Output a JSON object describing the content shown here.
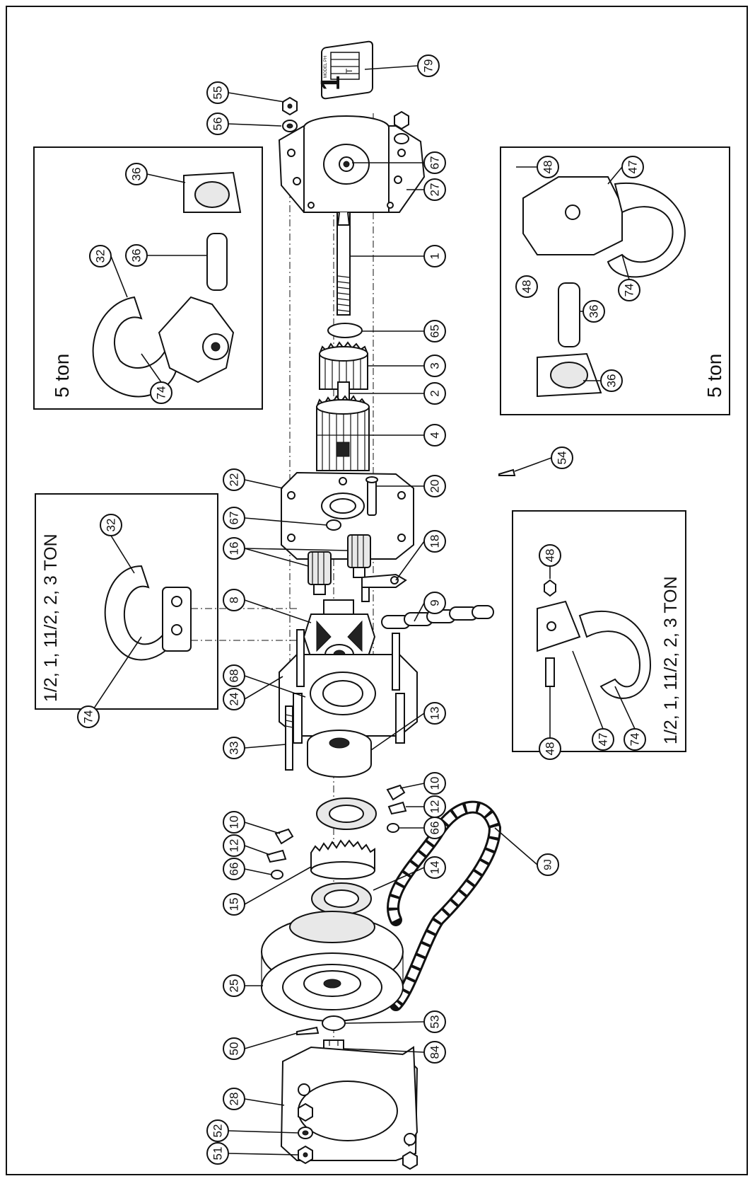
{
  "labels": [
    "55",
    "56",
    "79",
    "67",
    "27",
    "1",
    "65",
    "3",
    "2",
    "4",
    "22",
    "54",
    "20",
    "67",
    "16",
    "18",
    "8",
    "9",
    "68",
    "24",
    "13",
    "33",
    "10",
    "12",
    "66",
    "10",
    "12",
    "66",
    "14",
    "15",
    "9J",
    "25",
    "53",
    "50",
    "84",
    "28",
    "52",
    "51",
    "36",
    "36",
    "32",
    "74",
    "48",
    "47",
    "48",
    "36",
    "74",
    "36",
    "32",
    "74",
    "48",
    "47",
    "74",
    "48"
  ],
  "insets": {
    "top_left_title": "5 ton",
    "top_right_title": "5 ton",
    "mid_left_title": "1/2, 1, 11/2, 2, 3 TON",
    "mid_right_title": "1/2, 1, 11/2, 2, 3 TON"
  },
  "nameplate": {
    "big": "1",
    "small": "T",
    "model": "MODEL PH"
  }
}
